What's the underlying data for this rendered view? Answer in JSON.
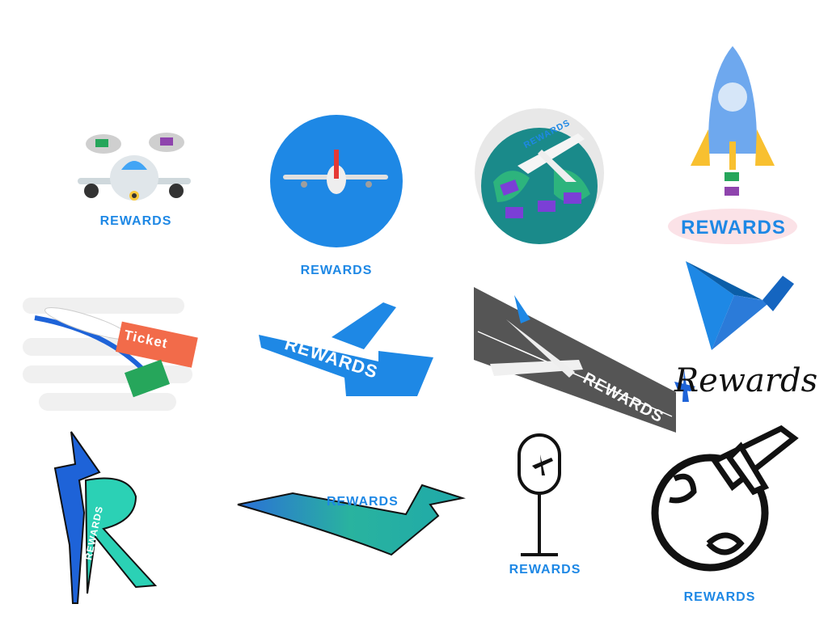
{
  "logos": [
    {
      "id": "plane-clouds",
      "caption": "REWARDS",
      "icon": "airplane-front-with-cloud-cards-icon"
    },
    {
      "id": "plane-circle",
      "caption": "REWARDS",
      "icon": "airplane-in-blue-circle-icon"
    },
    {
      "id": "plane-globe",
      "caption": "REWARDS",
      "icon": "airplane-over-globe-icon"
    },
    {
      "id": "rocket",
      "caption": "REWARDS",
      "icon": "rocket-launch-icon"
    },
    {
      "id": "plane-ticket",
      "caption": "Ticket",
      "icon": "plane-with-ticket-and-card-icon"
    },
    {
      "id": "plane-silhouette",
      "caption": "REWARDS",
      "icon": "plane-silhouette-icon"
    },
    {
      "id": "runway",
      "caption": "REWARDS",
      "icon": "plane-on-runway-icon"
    },
    {
      "id": "origami-bird",
      "caption": "",
      "icon": "origami-bird-icon"
    },
    {
      "id": "script-wordmark",
      "caption": "Rewards",
      "icon": "script-r-plane-icon"
    },
    {
      "id": "r-monogram",
      "caption": "REWARDS",
      "icon": "r-monogram-icon"
    },
    {
      "id": "swoosh",
      "caption": "REWARDS",
      "icon": "gradient-swoosh-icon"
    },
    {
      "id": "airport-sign",
      "caption": "REWARDS",
      "icon": "airport-signpost-icon"
    },
    {
      "id": "globe-plane",
      "caption": "REWARDS",
      "icon": "globe-with-plane-outline-icon"
    }
  ],
  "colors": {
    "accent": "#1e88e5",
    "dark": "#222222",
    "teal": "#1a8a8a",
    "purple": "#7b3fd6"
  }
}
